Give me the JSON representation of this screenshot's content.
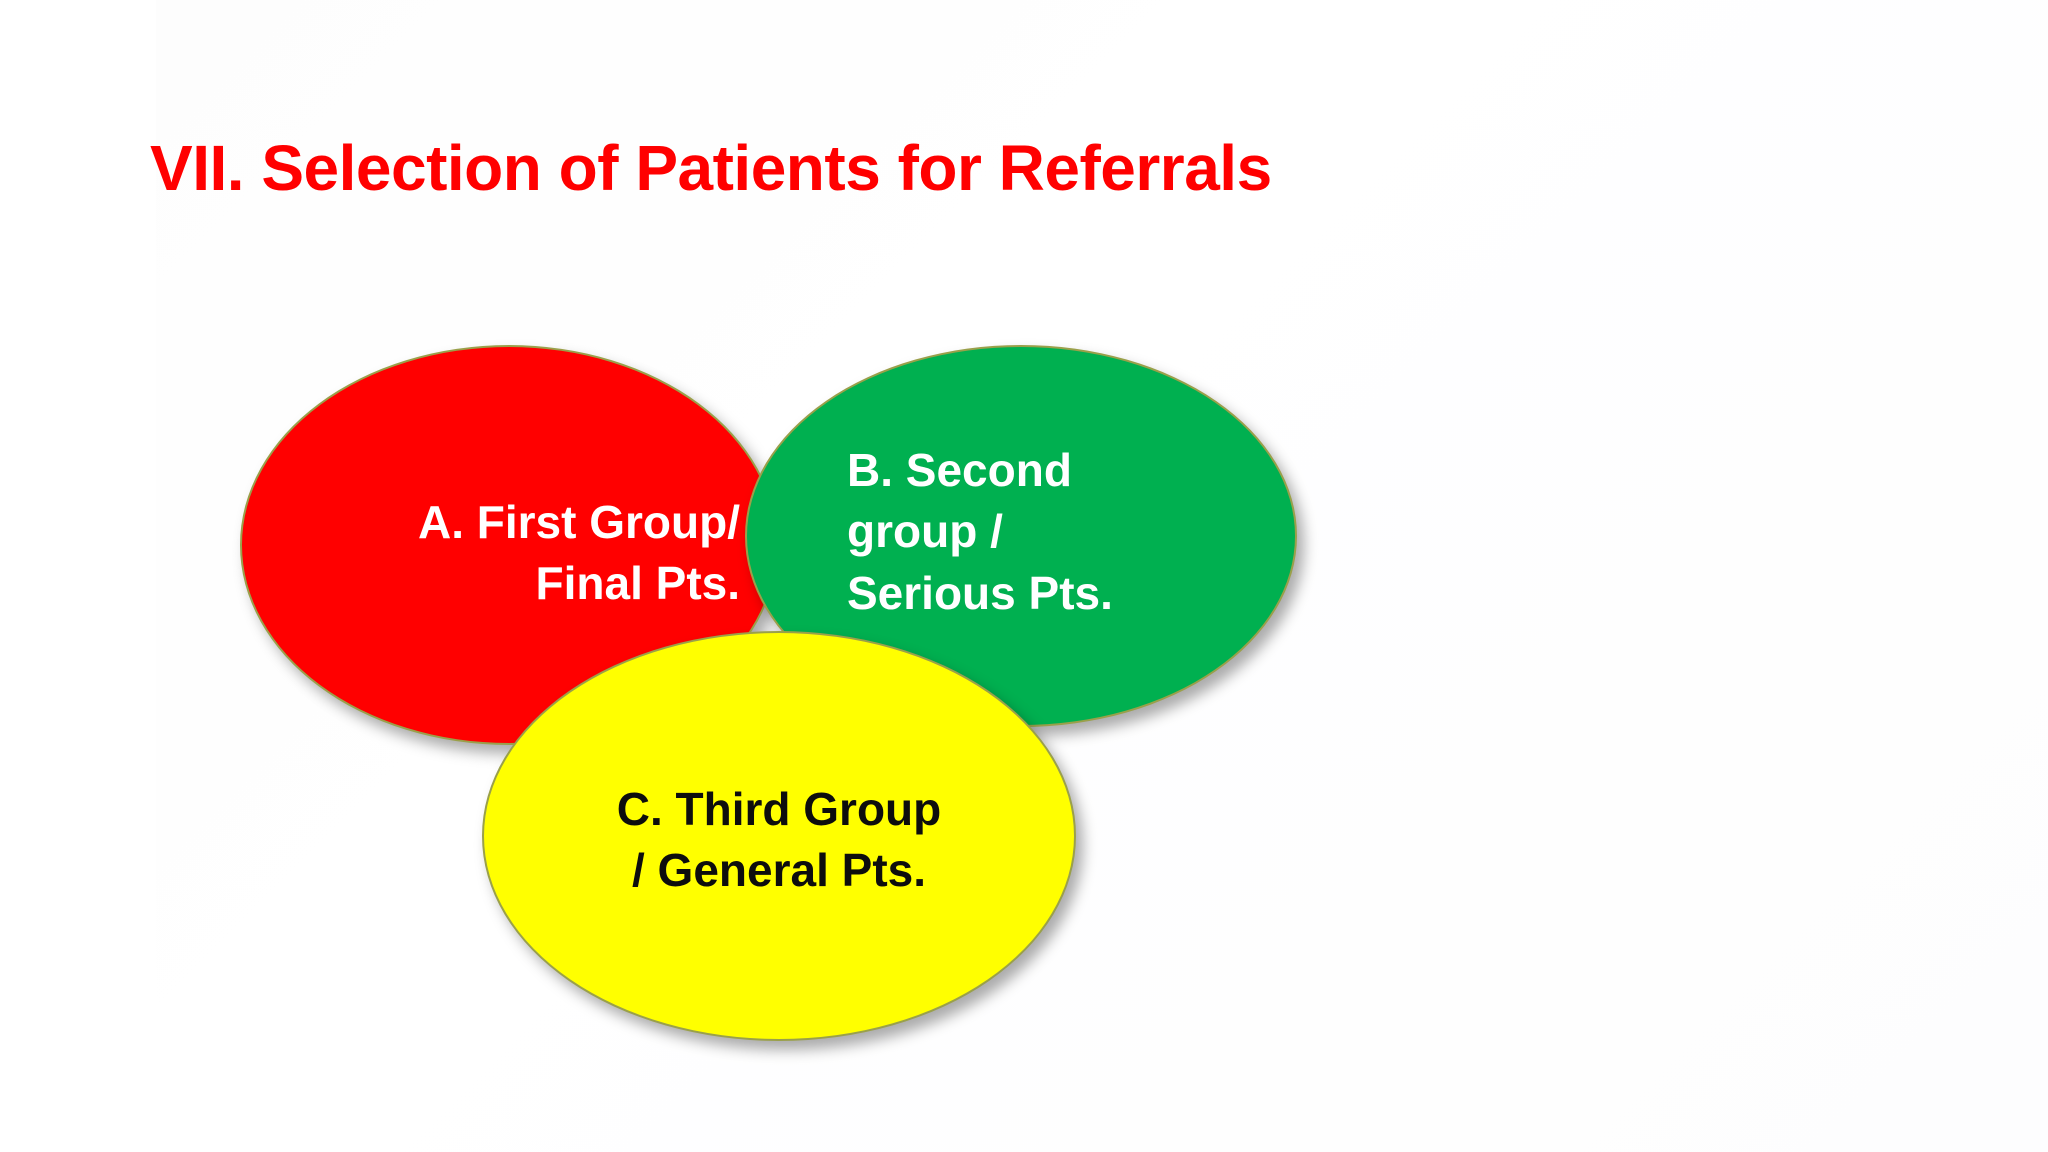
{
  "slide": {
    "title": "VII. Selection of Patients for Referrals",
    "title_color": "#FF0000",
    "background_color": "#FFFFFF"
  },
  "diagram": {
    "type": "venn-overlapping-ellipses",
    "groups": [
      {
        "id": "A",
        "label": "A. First Group/\nFinal Pts.",
        "fill_color": "#FF0000",
        "text_color": "#FFFFFF",
        "outline_color": "#9AA04A",
        "text_align": "right"
      },
      {
        "id": "B",
        "label": "B. Second\ngroup /\nSerious Pts.",
        "fill_color": "#00B050",
        "text_color": "#FFFFFF",
        "outline_color": "#9AA04A",
        "text_align": "left"
      },
      {
        "id": "C",
        "label": "C. Third Group\n/ General Pts.",
        "fill_color": "#FFFF00",
        "text_color": "#0D0D0D",
        "outline_color": "#9AA04A",
        "text_align": "center"
      }
    ]
  }
}
